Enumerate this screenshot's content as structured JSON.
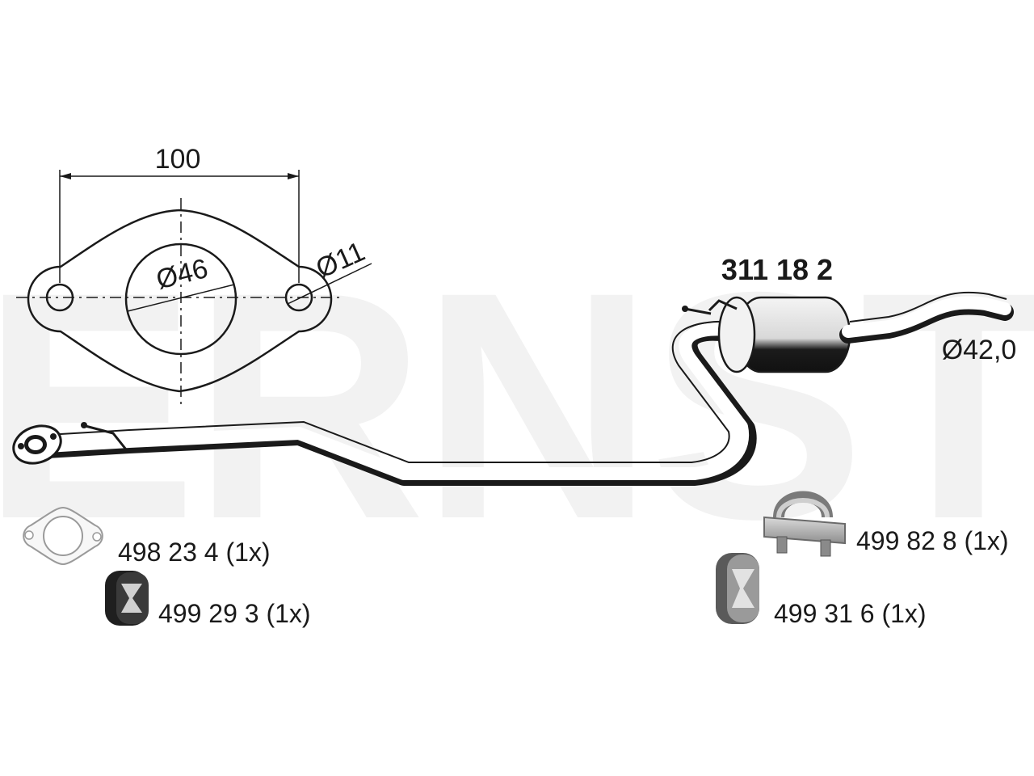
{
  "watermark": {
    "text": "ERNST"
  },
  "flange_drawing": {
    "width_dim": "100",
    "bore_dim": "Ø46",
    "hole_dim": "Ø11"
  },
  "main_part": {
    "number": "311 18 2",
    "pipe_dim": "Ø42,0"
  },
  "accessories": [
    {
      "label": "498 23 4 (1x)",
      "icon": "gasket-icon"
    },
    {
      "label": "499 29 3 (1x)",
      "icon": "rubber-hanger-icon"
    },
    {
      "label": "499 82 8 (1x)",
      "icon": "clamp-icon"
    },
    {
      "label": "499 31 6 (1x)",
      "icon": "rubber-hanger-icon"
    }
  ],
  "colors": {
    "line": "#1a1a1a",
    "watermark": "#f3f3f3",
    "part_grey": "#b9b9b9"
  }
}
